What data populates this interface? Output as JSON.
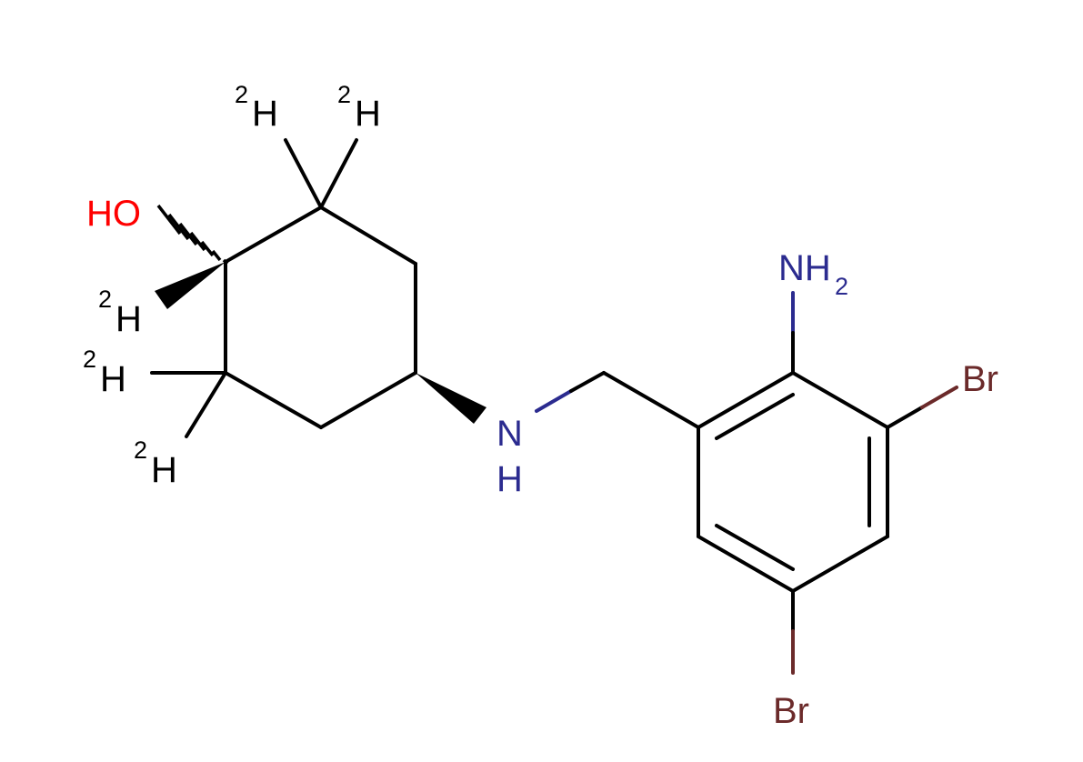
{
  "molecule": {
    "labels": {
      "hydroxyl": "HO",
      "deuterium_symbol": "H",
      "deuterium_mass": "2",
      "amine_n": "N",
      "amine_h": "H",
      "amino_group": "NH",
      "amino_subscript": "2",
      "bromine": "Br"
    }
  },
  "colors": {
    "bond": "#000000",
    "oxygen": "#ff0000",
    "nitrogen": "#2b2b8f",
    "bromine": "#6b2a2a",
    "deuterium": "#000000"
  }
}
